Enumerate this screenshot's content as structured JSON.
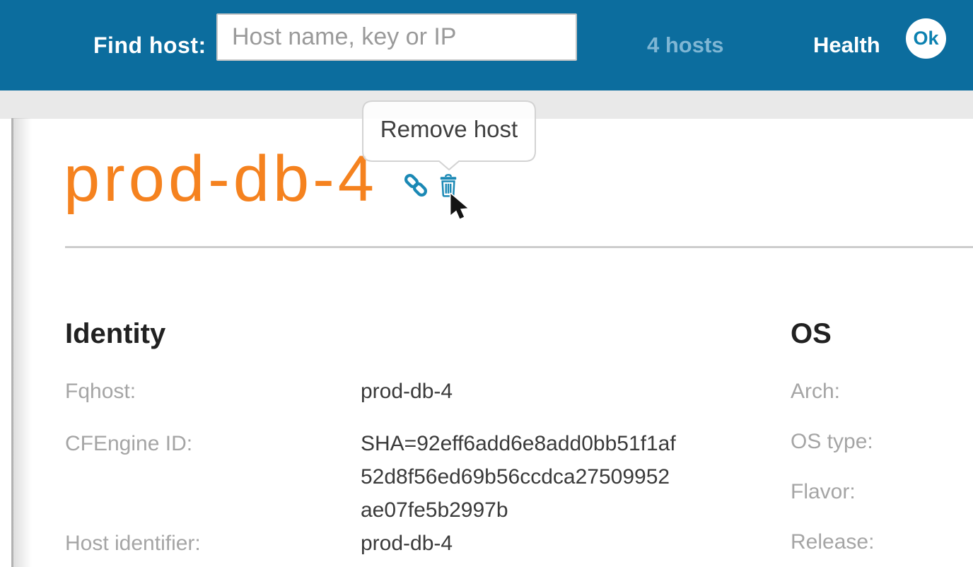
{
  "header": {
    "find_host_label": "Find host:",
    "search_placeholder": "Host name, key or IP",
    "search_value": "",
    "hosts_count_label": "4 hosts",
    "health_label": "Health",
    "health_status": "Ok"
  },
  "tooltip": {
    "text": "Remove host"
  },
  "host": {
    "title": "prod-db-4"
  },
  "sections": {
    "identity": {
      "heading": "Identity",
      "rows": [
        {
          "label": "Fqhost:",
          "value": "prod-db-4"
        },
        {
          "label": "CFEngine ID:",
          "value": "SHA=92eff6add6e8add0bb51f1af52d8f56ed69b56ccdca27509952ae07fe5b2997b"
        },
        {
          "label": "Host identifier:",
          "value": "prod-db-4"
        }
      ]
    },
    "os": {
      "heading": "OS",
      "rows": [
        {
          "label": "Arch:",
          "value": ""
        },
        {
          "label": "OS type:",
          "value": ""
        },
        {
          "label": "Flavor:",
          "value": ""
        },
        {
          "label": "Release:",
          "value": ""
        }
      ]
    }
  },
  "icons": {
    "link": "link-icon",
    "trash": "trash-icon",
    "cursor": "mouse-cursor-icon",
    "health_badge": "ok-status-badge"
  },
  "colors": {
    "header_bg": "#0c6d9e",
    "accent_orange": "#f5821f",
    "icon_blue": "#1b89b5",
    "hosts_link_blue": "#7fb6d4",
    "ok_text_blue": "#0c81b0",
    "label_gray": "#a5a5a5",
    "value_dark": "#3a3a3a",
    "strip_gray": "#e9e9e9",
    "divider_gray": "#cdcdcd",
    "tooltip_border": "#d3d3d3"
  }
}
